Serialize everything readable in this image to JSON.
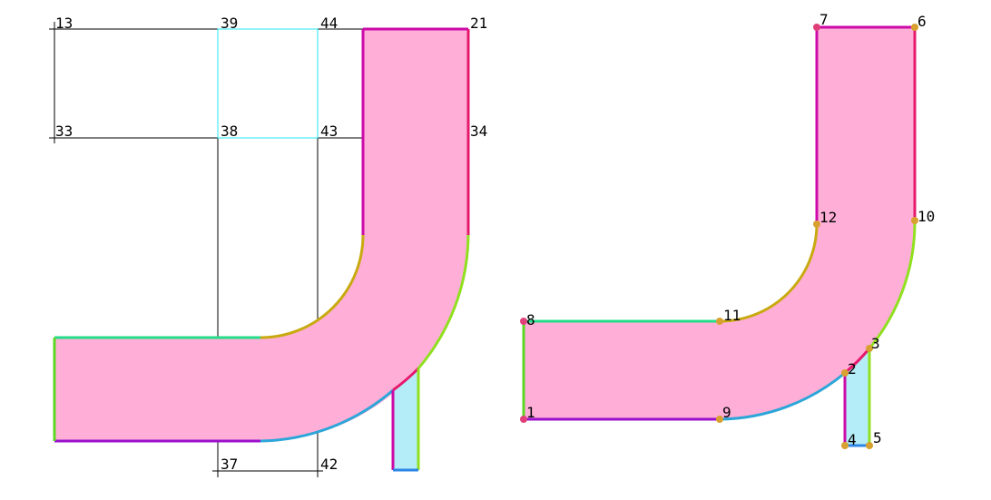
{
  "left_panel": {
    "grid_labels": {
      "n13": "13",
      "n39": "39",
      "n44": "44",
      "n21": "21",
      "n33": "33",
      "n38": "38",
      "n43": "43",
      "n34": "34",
      "n37": "37",
      "n42": "42"
    }
  },
  "right_panel": {
    "vertex_labels": {
      "v1": "1",
      "v2": "2",
      "v3": "3",
      "v4": "4",
      "v5": "5",
      "v6": "6",
      "v7": "7",
      "v8": "8",
      "v9": "9",
      "v10": "10",
      "v11": "11",
      "v12": "12"
    }
  },
  "colors": {
    "fill_pink": "#ffaed7",
    "fill_cyan": "#b4edf7",
    "grid_black": "#000000",
    "grid_cyan": "#24e8f0",
    "edge_magenta": "#cc0aa8",
    "edge_red": "#e6186c",
    "edge_green": "#22de88",
    "edge_lime": "#90e020",
    "edge_olive": "#c8aa10",
    "edge_blue": "#2ca6d8",
    "edge_violet": "#9a10cc",
    "edge_limegreen": "#5cd824",
    "vertex_gold": "#d8a030",
    "vertex_pink": "#e0407a"
  }
}
